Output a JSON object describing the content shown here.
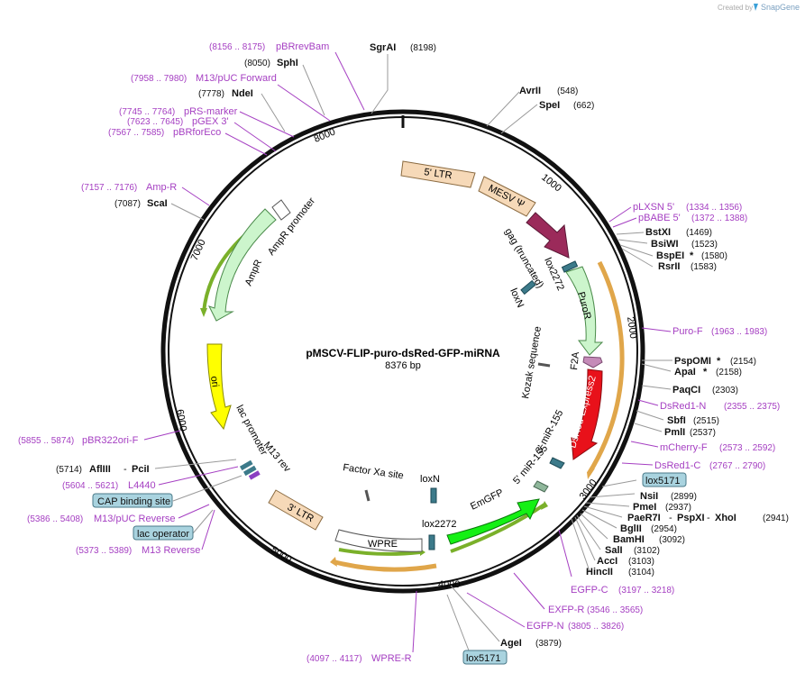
{
  "credit": "Created by",
  "brand": "SnapGene",
  "title": "pMSCV-FLIP-puro-dsRed-GFP-miRNA",
  "length": "8376 bp",
  "ticks": [
    "1000",
    "2000",
    "3000",
    "4000",
    "5000",
    "6000",
    "7000",
    "8000"
  ],
  "features": {
    "ltr5": "5' LTR",
    "mesv": "MESV Ψ",
    "gag": "gag (truncated)",
    "lox2272_top": "lox2272",
    "loxn_top": "loxN",
    "puror": "PuroR",
    "kozak": "Kozak sequence",
    "f2a": "F2A",
    "dsred": "DsRed-Express2",
    "mir3": "3' miR-155",
    "mir5": "5' miR-155",
    "emgfp": "EmGFP",
    "lox2272_bot": "lox2272",
    "loxn_bot": "loxN",
    "factor": "Factor Xa site",
    "wpre": "WPRE",
    "ltr3": "3' LTR",
    "m13rev": "M13 rev",
    "lacprom": "lac promoter",
    "ori": "ori",
    "ampr": "AmpR",
    "ampr_prom": "AmpR promoter"
  },
  "sites": {
    "sgrai": {
      "name": "SgrAI",
      "pos": "(8198)"
    },
    "pbrrevbam": {
      "name": "pBRrevBam",
      "pos": "(8156 .. 8175)"
    },
    "sphi": {
      "name": "SphI",
      "pos": "(8050)"
    },
    "m13fwd": {
      "name": "M13/pUC Forward",
      "pos": "(7958 .. 7980)"
    },
    "ndei": {
      "name": "NdeI",
      "pos": "(7778)"
    },
    "prs": {
      "name": "pRS-marker",
      "pos": "(7745 .. 7764)"
    },
    "pgex": {
      "name": "pGEX 3'",
      "pos": "(7623 .. 7645)"
    },
    "pbrfor": {
      "name": "pBRforEco",
      "pos": "(7567 .. 7585)"
    },
    "ampr_primer": {
      "name": "Amp-R",
      "pos": "(7157 .. 7176)"
    },
    "scai": {
      "name": "ScaI",
      "pos": "(7087)"
    },
    "pbr322": {
      "name": "pBR322ori-F",
      "pos": "(5855 .. 5874)"
    },
    "afliii": {
      "name": "AflIII",
      "sep": "-",
      "name2": "PciI",
      "pos": "(5714)"
    },
    "l4440": {
      "name": "L4440",
      "pos": "(5604 .. 5621)"
    },
    "cap": {
      "name": "CAP binding site"
    },
    "m13rev_primer": {
      "name": "M13/pUC Reverse",
      "pos": "(5386 .. 5408)"
    },
    "lacop": {
      "name": "lac operator"
    },
    "m13reverse": {
      "name": "M13 Reverse",
      "pos": "(5373 .. 5389)"
    },
    "wpre_r": {
      "name": "WPRE-R",
      "pos": "(4097 .. 4117)"
    },
    "lox5171_bot": {
      "name": "lox5171"
    },
    "agei": {
      "name": "AgeI",
      "pos": "(3879)"
    },
    "egfp_n": {
      "name": "EGFP-N",
      "pos": "(3805 .. 3826)"
    },
    "exfp_r": {
      "name": "EXFP-R",
      "pos": "(3546 .. 3565)"
    },
    "egfp_c": {
      "name": "EGFP-C",
      "pos": "(3197 .. 3218)"
    },
    "hincii": {
      "name": "HincII",
      "pos": "(3104)"
    },
    "acci": {
      "name": "AccI",
      "pos": "(3103)"
    },
    "sali": {
      "name": "SalI",
      "pos": "(3102)"
    },
    "bamhi": {
      "name": "BamHI",
      "pos": "(3092)"
    },
    "bglii": {
      "name": "BglII",
      "pos": "(2954)"
    },
    "pae": {
      "name": "PaeR7I",
      "sep1": "-",
      "name2": "PspXI",
      "sep2": "-",
      "name3": "XhoI",
      "pos": "(2941)"
    },
    "pmei": {
      "name": "PmeI",
      "pos": "(2937)"
    },
    "nsii": {
      "name": "NsiI",
      "pos": "(2899)"
    },
    "lox5171_top": {
      "name": "lox5171"
    },
    "dsred1c": {
      "name": "DsRed1-C",
      "pos": "(2767 .. 2790)"
    },
    "mcherry": {
      "name": "mCherry-F",
      "pos": "(2573 .. 2592)"
    },
    "pmli": {
      "name": "PmlI",
      "pos": "(2537)"
    },
    "sbfi": {
      "name": "SbfI",
      "pos": "(2515)"
    },
    "dsred1n": {
      "name": "DsRed1-N",
      "pos": "(2355 .. 2375)"
    },
    "paqci": {
      "name": "PaqCI",
      "pos": "(2303)"
    },
    "apai": {
      "name": "ApaI",
      "star": "*",
      "pos": "(2158)"
    },
    "pspomi": {
      "name": "PspOMI",
      "star": "*",
      "pos": "(2154)"
    },
    "purof": {
      "name": "Puro-F",
      "pos": "(1963 .. 1983)"
    },
    "rsrii": {
      "name": "RsrII",
      "pos": "(1583)"
    },
    "bspei": {
      "name": "BspEI",
      "star": "*",
      "pos": "(1580)"
    },
    "bsiwi": {
      "name": "BsiWI",
      "pos": "(1523)"
    },
    "bstxi": {
      "name": "BstXI",
      "pos": "(1469)"
    },
    "pbabe": {
      "name": "pBABE 5'",
      "pos": "(1372 .. 1388)"
    },
    "plxsn": {
      "name": "pLXSN 5'",
      "pos": "(1334 .. 1356)"
    },
    "spei": {
      "name": "SpeI",
      "pos": "(662)"
    },
    "avrii": {
      "name": "AvrII",
      "pos": "(548)"
    }
  },
  "colors": {
    "ltr": "#f6d9b8",
    "mesv": "#f6d9b8",
    "gag": "#9b2a5a",
    "lox": "#3c7a8a",
    "puror": "#ccf5cc",
    "f2a": "#c58bb8",
    "dsred": "#e8111a",
    "mir": "#8fb79b",
    "emgfp": "#14f014",
    "wpre": "#ffffff",
    "ori": "#ffff00",
    "ampr": "#ccf5cc",
    "primer": "#a53fc2",
    "orange_arc": "#e0a64a",
    "green_arc": "#7ab02a",
    "box": "#a9d3df"
  }
}
